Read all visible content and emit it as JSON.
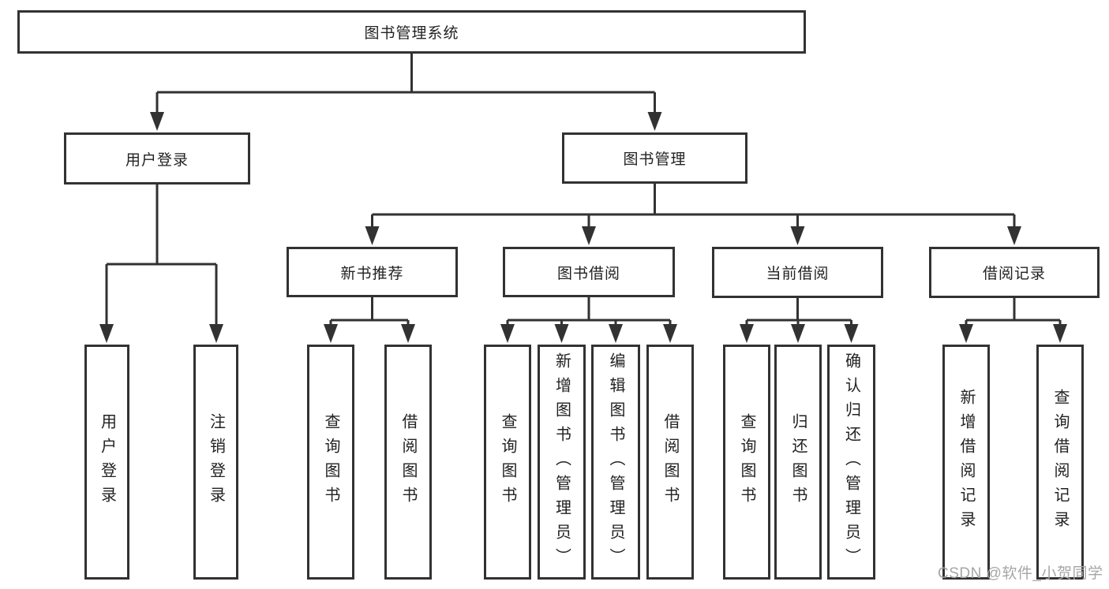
{
  "diagram": {
    "title_note": "functional structure diagram of a library management system",
    "nodes": {
      "root": "图书管理系统",
      "user_login": "用户登录",
      "book_mgmt": "图书管理",
      "new_book_rec": "新书推荐",
      "book_borrow": "图书借阅",
      "current_borrow": "当前借阅",
      "borrow_record": "借阅记录",
      "leaf_user_login": "用户登录",
      "leaf_logout": "注销登录",
      "leaf_query_book_1": "查询图书",
      "leaf_borrow_book_1": "借阅图书",
      "leaf_query_book_2": "查询图书",
      "leaf_add_book": "新增图书（管理员）",
      "leaf_edit_book": "编辑图书（管理员）",
      "leaf_borrow_book_2": "借阅图书",
      "leaf_query_book_3": "查询图书",
      "leaf_return_book": "归还图书",
      "leaf_confirm_return": "确认归还（管理员）",
      "leaf_add_borrow_record": "新增借阅记录",
      "leaf_query_borrow_record": "查询借阅记录"
    },
    "colors": {
      "line": "#323232",
      "box_border": "#323232",
      "text": "#222222",
      "background": "#ffffff",
      "watermark": "#a6a6a6"
    },
    "watermark": "CSDN @软件_小贺同学"
  }
}
